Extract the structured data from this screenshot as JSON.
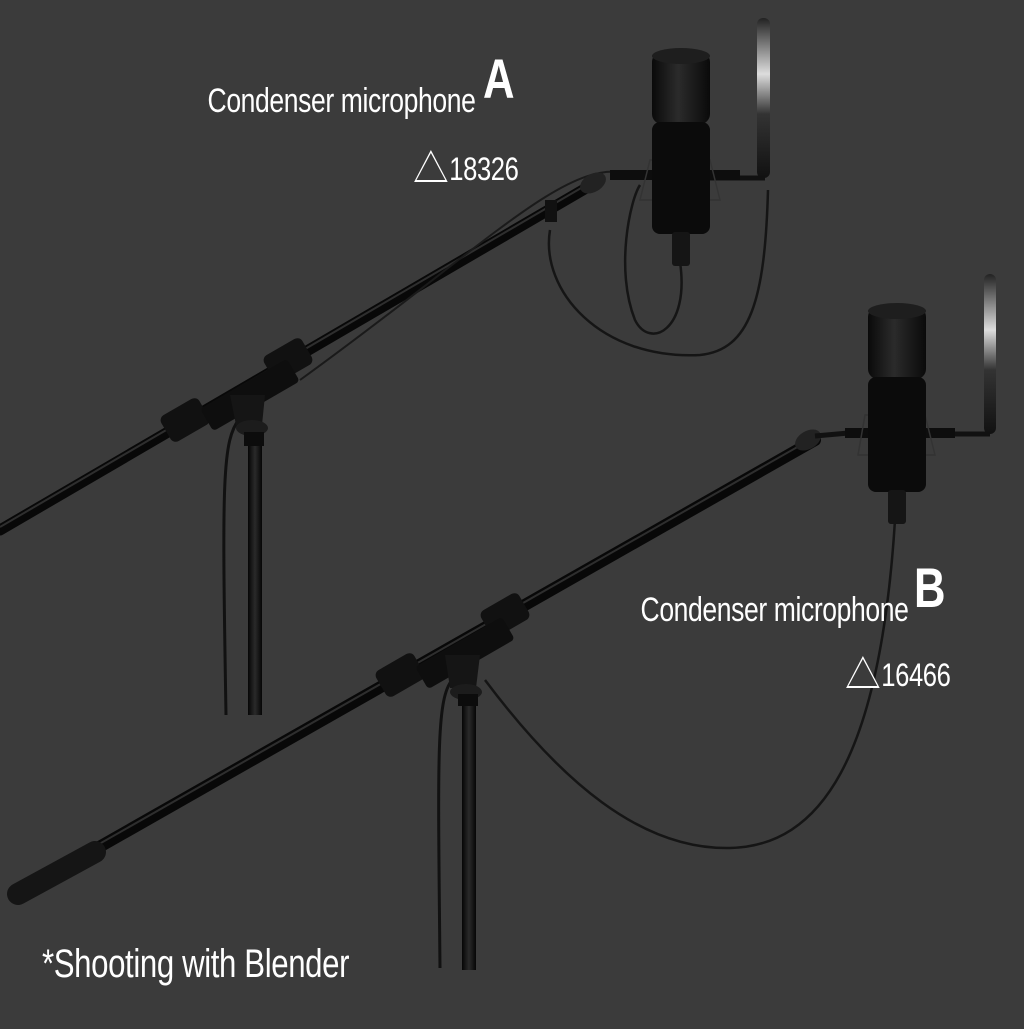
{
  "mic_a": {
    "title": "Condenser microphone",
    "letter": "A",
    "poly_count": "18326"
  },
  "mic_b": {
    "title": "Condenser microphone",
    "letter": "B",
    "poly_count": "16466"
  },
  "footer_note": "*Shooting with Blender",
  "colors": {
    "background": "#3b3b3b",
    "text": "#ffffff",
    "equipment": "#0c0c0c"
  }
}
